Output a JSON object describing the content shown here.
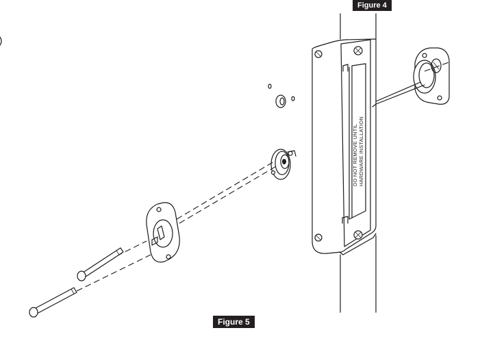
{
  "labels": {
    "figure_top": "Figure 4",
    "figure_bottom": "Figure 5"
  },
  "strike_plate": {
    "warning_line_1": "DO NOT REMOVE UNTIL",
    "warning_line_2": "HARDWARE INSTALLATION"
  },
  "colors": {
    "line": "#1a1a1a",
    "label_background": "#231f20",
    "label_text": "#ffffff",
    "background": "#ffffff"
  }
}
